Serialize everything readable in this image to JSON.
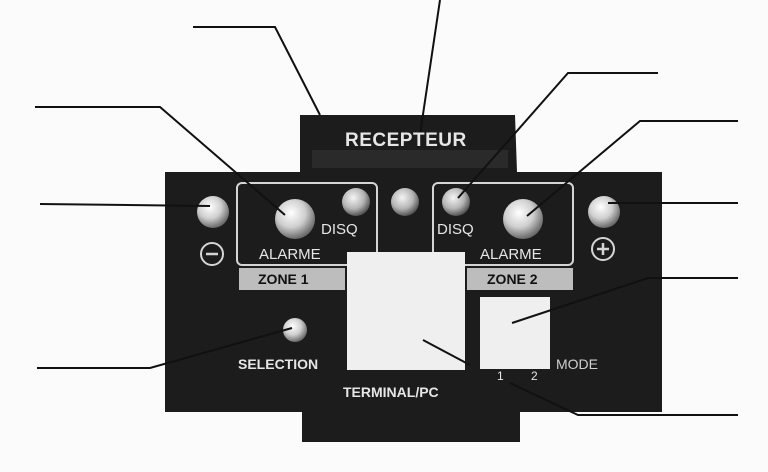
{
  "panel": {
    "header": "RECEPTEUR",
    "zone1": {
      "disq_label": "DISQ",
      "alarm_label": "ALARME",
      "zone_label": "ZONE 1",
      "minus_symbol": "−"
    },
    "zone2": {
      "disq_label": "DISQ",
      "alarm_label": "ALARME",
      "zone_label": "ZONE 2",
      "plus_symbol": "+"
    },
    "selection_label": "SELECTION",
    "terminal_label": "TERMINAL/PC",
    "mode_label": "MODE",
    "mode_positions": [
      "1",
      "2"
    ]
  },
  "colors": {
    "panel": "#1d1d1d",
    "window_light": "#efefef",
    "zone_plate": "#bdbdbd",
    "leader_line": "#111111"
  }
}
